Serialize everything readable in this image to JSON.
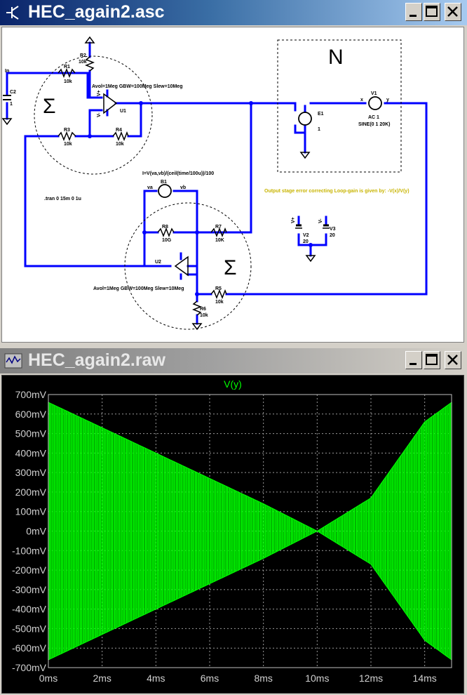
{
  "schematic_window": {
    "title": "HEC_again2.asc",
    "labels": {
      "in": "In",
      "c2": "C2",
      "c2_val": "1",
      "r1": "R1",
      "r1_val": "10k",
      "r2": "R2",
      "r2_val": "10k",
      "r3": "R3",
      "r3_val": "10k",
      "r4": "R4",
      "r4_val": "10k",
      "r5": "R5",
      "r5_val": "10k",
      "r6": "R6",
      "r6_val": "10k",
      "r7": "R7",
      "r7_val": "10K",
      "r8": "R8",
      "r8_val": "10G",
      "u1": "U1",
      "u2": "U2",
      "u1_params": "Avol=1Meg GBW=100Meg Slew=10Meg",
      "u2_params": "Avol=1Meg GBW=100Meg Slew=10Meg",
      "sigma": "Σ",
      "n_box": "N",
      "e1": "E1",
      "e1_val": "1",
      "v1": "V1",
      "v1_ac": "AC 1",
      "v1_sine": "SINE(0 1 20K)",
      "node_x": "x",
      "node_y": "y",
      "b1": "B1",
      "b1_expr": "I=V(va,vb)/(ceil(time/100u))/100",
      "node_va": "va",
      "node_vb": "vb",
      "tran": ".tran 0 15m 0 1u",
      "note": "Output stage error correcting Loop-gain is given by: -V(x)/V(y)",
      "v2": "V2",
      "v2_val": "20",
      "v3": "V3",
      "v3_val": "20",
      "vplus": "V+",
      "vminus": "V-"
    }
  },
  "waveform_window": {
    "title": "HEC_again2.raw"
  },
  "colors": {
    "wire": "#0000ff",
    "trace": "#00ff00",
    "plot_bg": "#000000",
    "title_active": "#0a246a",
    "title_inactive": "#808080",
    "note": "#c8b400"
  },
  "chart_data": {
    "type": "line",
    "title": "V(y)",
    "xlabel": "",
    "ylabel": "",
    "xlim": [
      0,
      15
    ],
    "ylim": [
      -700,
      700
    ],
    "x_unit": "ms",
    "y_unit": "mV",
    "x_ticks": [
      "0ms",
      "2ms",
      "4ms",
      "6ms",
      "8ms",
      "10ms",
      "12ms",
      "14ms"
    ],
    "y_ticks": [
      "700mV",
      "600mV",
      "500mV",
      "400mV",
      "300mV",
      "200mV",
      "100mV",
      "0mV",
      "-100mV",
      "-200mV",
      "-300mV",
      "-400mV",
      "-500mV",
      "-600mV",
      "-700mV"
    ],
    "grid": true,
    "series": [
      {
        "name": "V(y)",
        "envelope_x": [
          0,
          2,
          4,
          6,
          8,
          10,
          12,
          14,
          15
        ],
        "envelope_y": [
          660,
          530,
          400,
          270,
          140,
          0,
          -170,
          -560,
          -660
        ]
      }
    ]
  }
}
